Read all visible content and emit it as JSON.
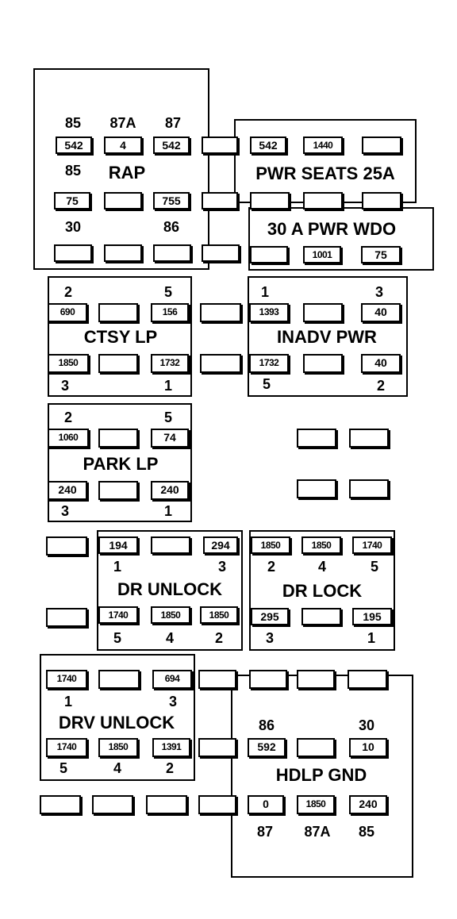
{
  "relays": {
    "rap": {
      "name": "RAP",
      "pins": {
        "t1": "85",
        "t2": "87A",
        "t3": "87",
        "m1": "85",
        "b1": "30",
        "b3": "86"
      },
      "circuits": {
        "t1": "542",
        "t2": "4",
        "t3": "542",
        "b1": "75",
        "b3": "755"
      }
    },
    "pwr_seats": {
      "name": "PWR SEATS 25A",
      "circuits": {
        "c1": "542",
        "c2": "1440"
      }
    },
    "pwr_wdo": {
      "name": "30 A PWR WDO",
      "circuits": {
        "c2": "1001",
        "c3": "75"
      }
    },
    "ctsy_lp": {
      "name": "CTSY LP",
      "pins": {
        "t1": "2",
        "t3": "5",
        "b1": "3",
        "b3": "1"
      },
      "circuits": {
        "t1": "690",
        "t3": "156",
        "b1": "1850",
        "b3": "1732"
      }
    },
    "inadv_pwr": {
      "name": "INADV PWR",
      "pins": {
        "t1": "1",
        "t3": "3",
        "b1": "5",
        "b3": "2"
      },
      "circuits": {
        "t1": "1393",
        "t3": "40",
        "b1": "1732",
        "b3": "40"
      }
    },
    "park_lp": {
      "name": "PARK LP",
      "pins": {
        "t1": "2",
        "t3": "5",
        "b1": "3",
        "b3": "1"
      },
      "circuits": {
        "t1": "1060",
        "t3": "74",
        "b1": "240",
        "b3": "240"
      }
    },
    "dr_unlock": {
      "name": "DR UNLOCK",
      "pins": {
        "t1": "1",
        "t3": "3",
        "b1": "5",
        "b2": "4",
        "b3": "2"
      },
      "circuits": {
        "t1": "194",
        "t3": "294",
        "b1": "1740",
        "b2": "1850",
        "b3": "1850"
      }
    },
    "dr_lock": {
      "name": "DR LOCK",
      "pins": {
        "t1": "2",
        "t2": "4",
        "t3": "5",
        "b1": "3",
        "b3": "1"
      },
      "circuits": {
        "t1": "1850",
        "t2": "1850",
        "t3": "1740",
        "b1": "295",
        "b3": "195"
      }
    },
    "drv_unlock": {
      "name": "DRV UNLOCK",
      "pins": {
        "t1": "1",
        "t3": "3",
        "b1": "5",
        "b2": "4",
        "b3": "2"
      },
      "circuits": {
        "t1": "1740",
        "t3": "694",
        "b1": "1740",
        "b2": "1850",
        "b3": "1391"
      }
    },
    "hdlp_gnd": {
      "name": "HDLP GND",
      "pins": {
        "m1": "86",
        "m3": "30",
        "b1": "87",
        "b2": "87A",
        "b3": "85"
      },
      "circuits": {
        "m1": "592",
        "m3": "10",
        "b1": "0",
        "b2": "1850",
        "b3": "240"
      }
    }
  }
}
